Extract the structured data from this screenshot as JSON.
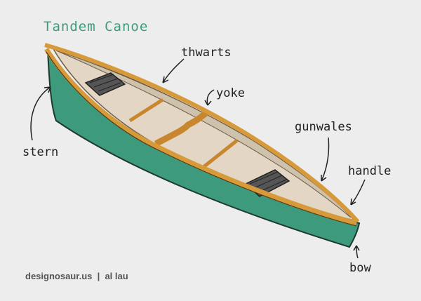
{
  "title": "Tandem Canoe",
  "labels": {
    "thwarts": "thwarts",
    "yoke": "yoke",
    "gunwales": "gunwales",
    "handle": "handle",
    "stern": "stern",
    "bow": "bow"
  },
  "credit": "designosaur.us  |  al lau",
  "colors": {
    "hull": "#3e9a7c",
    "gunwale": "#d79a3a",
    "interior": "#e3d6c4",
    "title": "#3f9a7c"
  }
}
